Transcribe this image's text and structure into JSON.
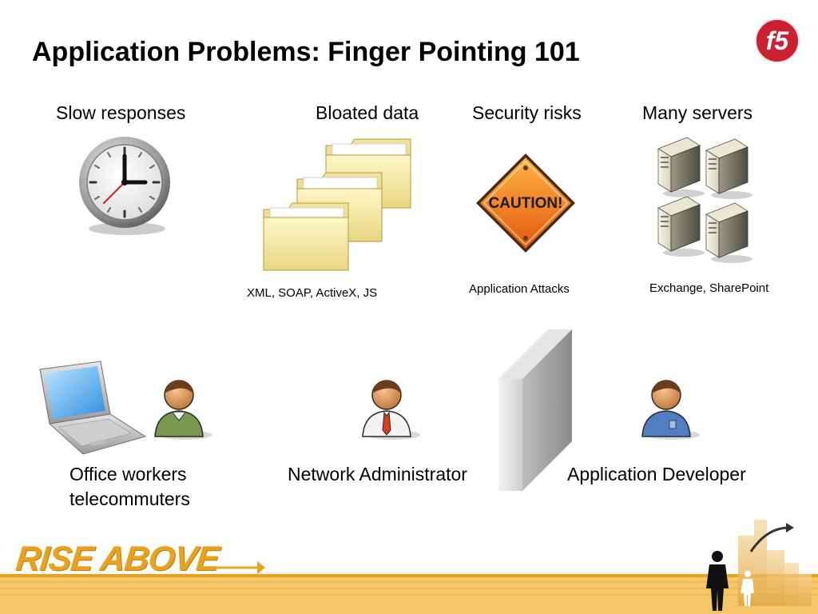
{
  "slide": {
    "title": "Application Problems: Finger Pointing 101",
    "logo_text": "f5",
    "brand_color": "#e8a21c",
    "logo_color": "#cc1f2f"
  },
  "problems": [
    {
      "heading": "Slow responses",
      "caption": "",
      "icon": "clock-icon"
    },
    {
      "heading": "Bloated data",
      "caption": "XML, SOAP, ActiveX, JS",
      "icon": "folders-icon"
    },
    {
      "heading": "Security risks",
      "caption": "Application Attacks",
      "icon": "caution-sign-icon",
      "sign_text": "CAUTION!"
    },
    {
      "heading": "Many servers",
      "caption": "Exchange, SharePoint",
      "icon": "servers-icon"
    }
  ],
  "people": [
    {
      "label_line1": "Office workers",
      "label_line2": "telecommuters",
      "icon": "office-worker-icon"
    },
    {
      "label_line1": "Network Administrator",
      "icon": "network-admin-icon"
    },
    {
      "label_line1": "Application Developer",
      "icon": "app-developer-icon"
    }
  ],
  "footer": {
    "tagline": "RISE ABOVE"
  }
}
